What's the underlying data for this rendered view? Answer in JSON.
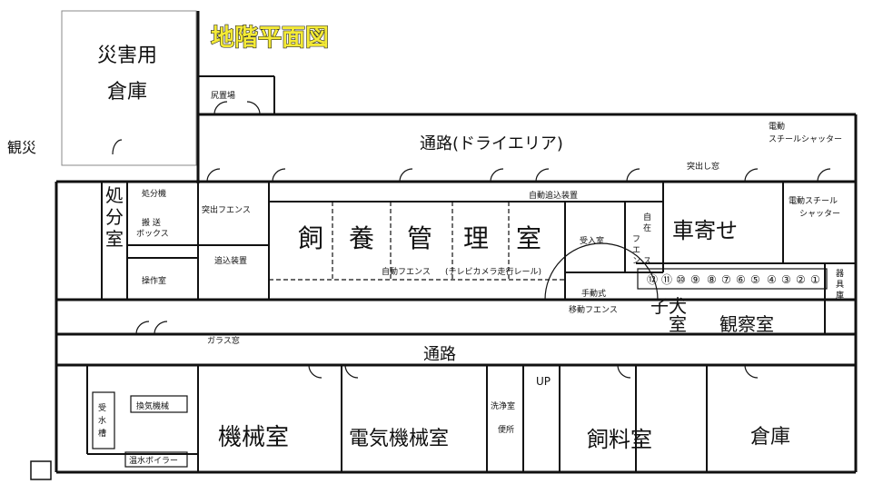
{
  "title": "地階平面図",
  "box_label": [
    "災害用",
    "倉庫"
  ],
  "rooms": {
    "kanryo": "尻置場",
    "passage_dry": "通路(ドライエリア)",
    "electric_shutter_1": [
      "電動",
      "スチールシャッター"
    ],
    "electric_shutter_2": [
      "電動スチール",
      "シャッター"
    ],
    "tsukidashi_window": "突出し窓",
    "shobun_room": [
      "処",
      "分",
      "室"
    ],
    "shobun_machine": "処分機",
    "hanso_box": [
      "搬 送",
      "ボックス"
    ],
    "sosa_room": "操作室",
    "tsukidashi_fence": "突出フエンス",
    "hakobikomi": "追込装置",
    "shiyo_kanri": [
      "飼",
      "養",
      "管",
      "理",
      "室"
    ],
    "auto_hakobikomi": "自動追込装置",
    "auto_fence": "自動フエンス",
    "tv_rail": "(テレビカメラ走行レール)",
    "ukeire": "受入室",
    "jizai_fence": [
      "自",
      "在",
      "フ",
      "エ",
      "ン",
      "ス"
    ],
    "kurumayose": "車寄せ",
    "shudo_fence": [
      "手動式",
      "移動フエンス"
    ],
    "koinu": [
      "子犬",
      "室"
    ],
    "kansatsu": "観察室",
    "shokyakuko": [
      "器",
      "具",
      "庫"
    ],
    "garasu": "ガラス窓",
    "passage": "通路",
    "up": "UP",
    "kiki": "機械室",
    "denki": "電気機械室",
    "senjo": "洗浄室",
    "senzai": "便所",
    "shiryo": "飼料室",
    "soko": "倉庫",
    "jusuiso": [
      "受",
      "水",
      "槽"
    ],
    "kanki": "換気機械",
    "boiler": "温水ボイラー"
  },
  "kennel_numbers": [
    "⑫",
    "⑪",
    "⑩",
    "⑨",
    "⑧",
    "⑦",
    "⑥",
    "⑤",
    "④",
    "③",
    "②",
    "①"
  ],
  "edge_fragments": [
    "観災"
  ],
  "colors": {
    "title_fill": "#f4ea36",
    "line": "#111111"
  }
}
